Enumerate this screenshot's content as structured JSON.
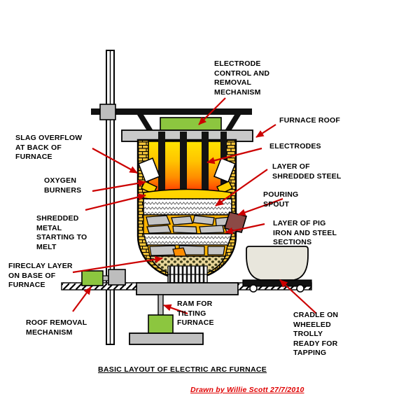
{
  "diagram": {
    "caption": "BASIC LAYOUT OF ELECTRIC ARC FURNACE",
    "credit": "Drawn by Willie Scott 27/7/2010",
    "background_color": "#ffffff",
    "leader_line_color": "#cc0000",
    "outline_color": "#000000"
  },
  "labels": {
    "electrode_control": "ELECTRODE\nCONTROL AND\nREMOVAL\nMECHANISM",
    "furnace_roof": "FURNACE ROOF",
    "electrodes": "ELECTRODES",
    "layer_shredded_steel": "LAYER OF\nSHREDDED STEEL",
    "pouring_spout": "POURING\nSPOUT",
    "layer_pig_iron": "LAYER OF PIG\nIRON AND STEEL\nSECTIONS",
    "cradle_trolly": "CRADLE ON\nWHEELED\nTROLLY\nREADY FOR\nTAPPING",
    "ram_tilting": "RAM FOR\nTILTING\nFURNACE",
    "slag_overflow": "SLAG OVERFLOW\nAT BACK OF\nFURNACE",
    "oxygen_burners": "OXYGEN\nBURNERS",
    "shredded_metal": "SHREDDED\nMETAL\nSTARTING TO\nMELT",
    "fireclay_layer": "FIRECLAY LAYER\nON BASE OF\nFURNACE",
    "roof_removal": "ROOF REMOVAL\nMECHANISM"
  },
  "colors": {
    "brick_refractory": "#f2c230",
    "brick_mortar": "#000000",
    "molten_hot_top": "#ffe000",
    "molten_hot_bottom": "#ff3a00",
    "steel_grey": "#c0c0c0",
    "green_block": "#8cc63f",
    "spout_brown": "#8c4a46",
    "slag_yellow": "#ffd200",
    "ladle_cream": "#e8e6dc",
    "hatch_white": "#ffffff",
    "electrode_black": "#111111"
  }
}
